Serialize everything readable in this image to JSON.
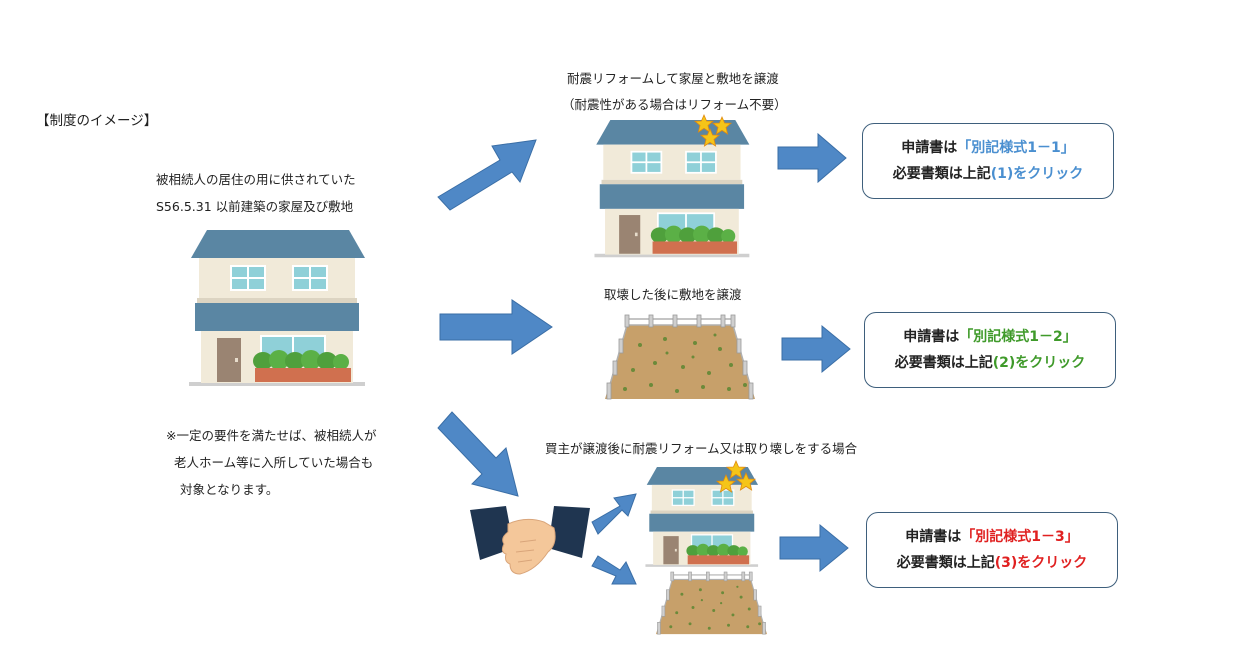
{
  "title": "【制度のイメージ】",
  "source": {
    "line1": "被相続人の居住の用に供されていた",
    "line2": "S56.5.31 以前建築の家屋及び敷地"
  },
  "note": {
    "line1": "※一定の要件を満たせば、被相続人が",
    "line2": "老人ホーム等に入所していた場合も",
    "line3": "対象となります。"
  },
  "cases": [
    {
      "caption1": "耐震リフォームして家屋と敷地を譲渡",
      "caption2": "（耐震性がある場合はリフォーム不要）",
      "box": {
        "prefix": "申請書は",
        "form": "「別記様式1－1」",
        "docs_prefix": "必要書類は上記",
        "docs_link": "(1)をクリック",
        "color": "#4a8fd0"
      }
    },
    {
      "caption1": "取壊した後に敷地を譲渡",
      "box": {
        "prefix": "申請書は",
        "form": "「別記様式1－2」",
        "docs_prefix": "必要書類は上記",
        "docs_link": "(2)をクリック",
        "color": "#3f9a2a"
      }
    },
    {
      "caption1": "買主が譲渡後に耐震リフォーム又は取り壊しをする場合",
      "box": {
        "prefix": "申請書は",
        "form": "「別記様式1－3」",
        "docs_prefix": "必要書類は上記",
        "docs_link": "(3)をクリック",
        "color": "#e02020"
      }
    }
  ],
  "colors": {
    "arrow": "#4f88c6",
    "roof": "#5a86a3",
    "wall": "#f1ead9",
    "window": "#8fd0d8",
    "door": "#9a8472",
    "bush": "#4fa03c",
    "planter": "#d0704f",
    "ground": "#c7a06a",
    "star": "#f5c518",
    "box_border": "#3e5f7c"
  }
}
